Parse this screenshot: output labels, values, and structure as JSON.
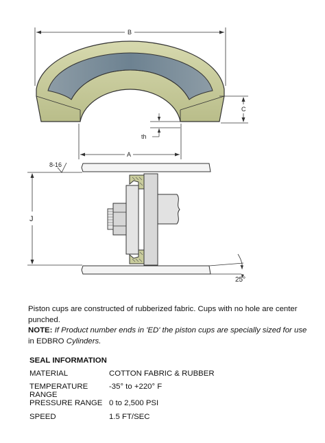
{
  "drawing": {
    "labels": {
      "B": "B",
      "C": "C",
      "th": "th",
      "A": "A",
      "finish": "8-16",
      "J": "J",
      "angle": "25°"
    },
    "colors": {
      "cup_body": "#c9cc9c",
      "cup_lip": "#7a8d9a",
      "cup_outline": "#333333",
      "plate": "#f4f4f4",
      "piston": "#d8d8d8"
    }
  },
  "text": {
    "intro": "Piston cups are constructed of rubberized fabric. Cups with no hole are center punched.",
    "note_label": "NOTE:",
    "note_body_1": "If Product number ends in 'ED' the piston cups are specially sized for use",
    "note_body_2": "in EDBRO",
    "note_body_3": "Cylinders."
  },
  "seal_info": {
    "title": "SEAL INFORMATION",
    "rows": [
      {
        "key": "MATERIAL",
        "value": "COTTON FABRIC & RUBBER"
      },
      {
        "key": "TEMPERATURE RANGE",
        "value": "-35° to +220° F"
      },
      {
        "key": "PRESSURE RANGE",
        "value": "0 to 2,500 PSI"
      },
      {
        "key": "SPEED",
        "value": "1.5 FT/SEC"
      }
    ]
  }
}
